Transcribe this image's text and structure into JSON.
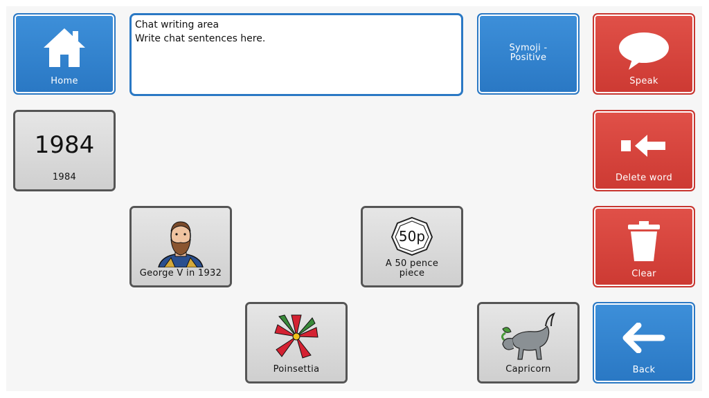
{
  "chat": {
    "title": "Chat writing area",
    "placeholder": "Write chat sentences here."
  },
  "tiles": {
    "home": "Home",
    "symoji": "Symoji - Positive",
    "speak": "Speak",
    "year_number": "1984",
    "year_label": "1984",
    "delete_word": "Delete word",
    "george": "George V in 1932",
    "fifty_p_coin_text": "50p",
    "fifty_p_label": "A 50 pence piece",
    "clear": "Clear",
    "poinsettia": "Poinsettia",
    "capricorn": "Capricorn",
    "back": "Back"
  },
  "colors": {
    "blue": "#2a78c4",
    "red": "#cd3a33",
    "grey_border": "#555555",
    "grey_face": "#d6d6d6"
  }
}
